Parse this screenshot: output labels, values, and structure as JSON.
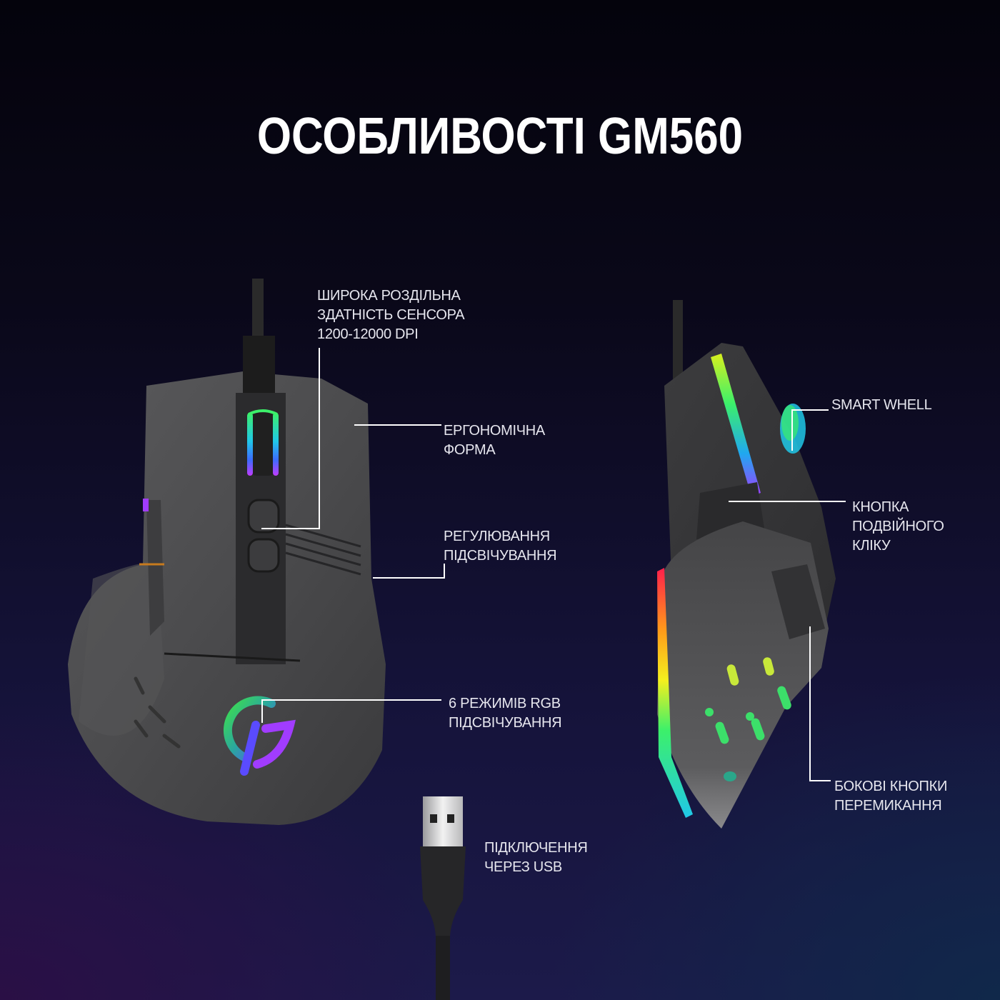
{
  "title": "ОСОБЛИВОСТІ GM560",
  "features": {
    "sensor": {
      "lines": [
        "ШИРОКА РОЗДІЛЬНА",
        "ЗДАТНІСТЬ СЕНСОРА",
        "1200-12000 DPI"
      ]
    },
    "ergonomic": {
      "lines": [
        "ЕРГОНОМІЧНА",
        "ФОРМА"
      ]
    },
    "backlight_adjust": {
      "lines": [
        "РЕГУЛЮВАННЯ",
        "ПІДСВІЧУВАННЯ"
      ]
    },
    "rgb_modes": {
      "lines": [
        "6 РЕЖИМІВ RGB",
        "ПІДСВІЧУВАННЯ"
      ]
    },
    "usb": {
      "lines": [
        "ПІДКЛЮЧЕННЯ",
        "ЧЕРЕЗ USB"
      ]
    },
    "smart_wheel": {
      "lines": [
        "SMART WHELL"
      ]
    },
    "double_click": {
      "lines": [
        "КНОПКА",
        "ПОДВІЙНОГО",
        "КЛІКУ"
      ]
    },
    "side_buttons": {
      "lines": [
        "БОКОВІ КНОПКИ",
        "ПЕРЕМИКАННЯ"
      ]
    }
  },
  "colors": {
    "background_top": "#04030c",
    "background_bottom_left": "#2a0f45",
    "background_bottom_right": "#10284a",
    "mouse_body": "#4a4a4c",
    "text": "#e6e6ee",
    "rgb": [
      "#ff1f4b",
      "#ff9a1a",
      "#f4f01e",
      "#3cf06a",
      "#20c8e8",
      "#3d6bff",
      "#a13cff"
    ]
  }
}
